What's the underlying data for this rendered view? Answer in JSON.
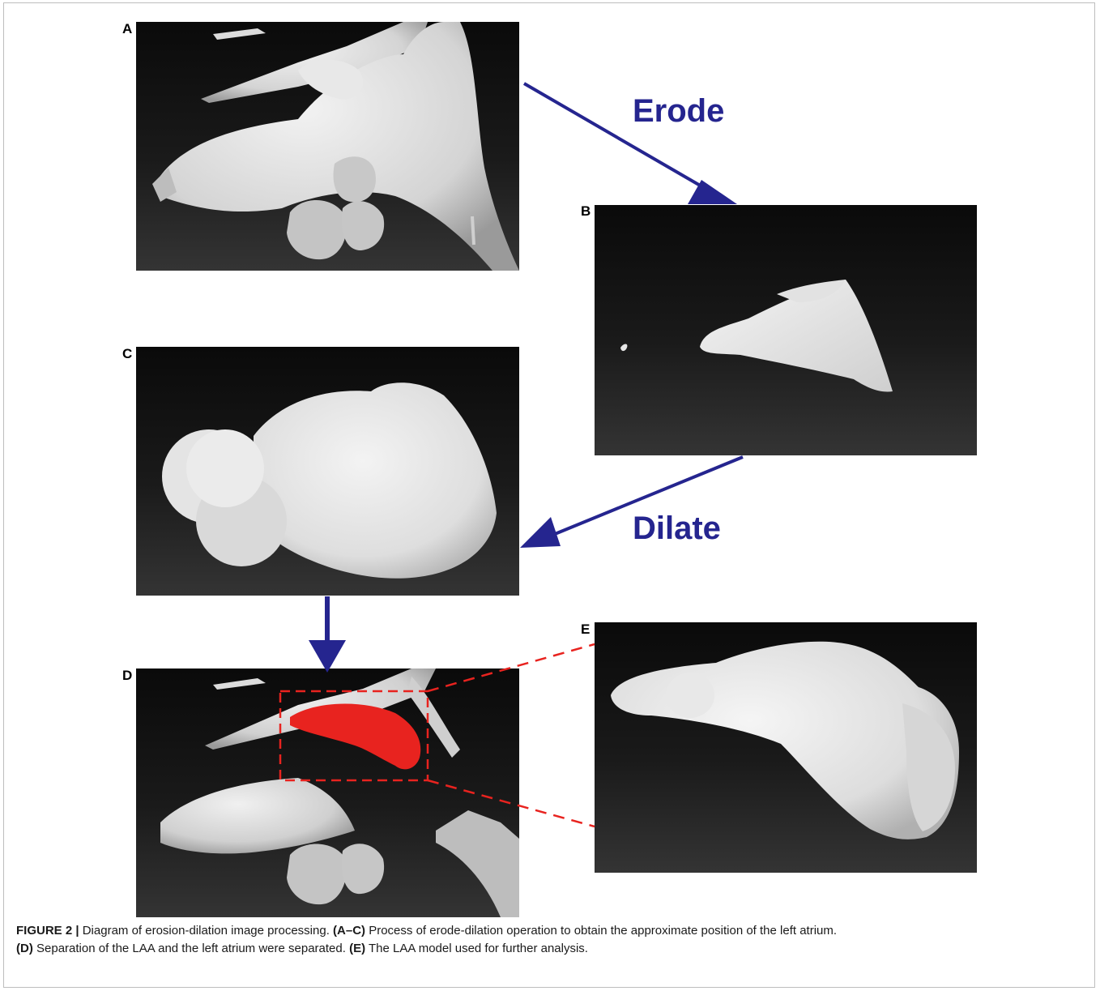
{
  "panels": {
    "a": {
      "label": "A"
    },
    "b": {
      "label": "B"
    },
    "c": {
      "label": "C"
    },
    "d": {
      "label": "D"
    },
    "e": {
      "label": "E"
    }
  },
  "arrows": {
    "erode_label": "Erode",
    "dilate_label": "Dilate",
    "arrow_color": "#25258f"
  },
  "highlight_color": "#e8231f",
  "caption": {
    "heading": "FIGURE 2 |",
    "intro": "Diagram of erosion-dilation image processing.",
    "ref_ac": "(A–C)",
    "text_ac": "Process of erode-dilation operation to obtain the approximate position of the left atrium.",
    "ref_d": "(D)",
    "text_d": "Separation of the LAA and the left atrium were separated.",
    "ref_e": "(E)",
    "text_e": "The LAA model used for further analysis."
  }
}
